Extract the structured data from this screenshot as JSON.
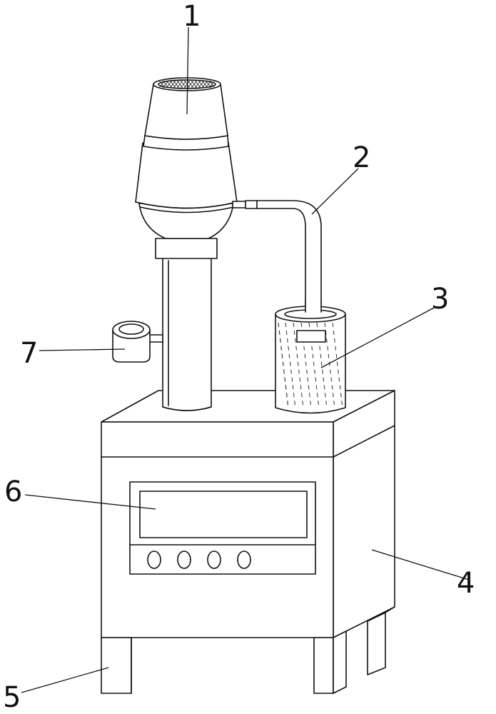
{
  "labels": {
    "l1": "1",
    "l2": "2",
    "l3": "3",
    "l4": "4",
    "l5": "5",
    "l6": "6",
    "l7": "7"
  },
  "panel": {
    "knob_count": 4
  },
  "colors": {
    "line": "#111111",
    "background": "#ffffff"
  }
}
